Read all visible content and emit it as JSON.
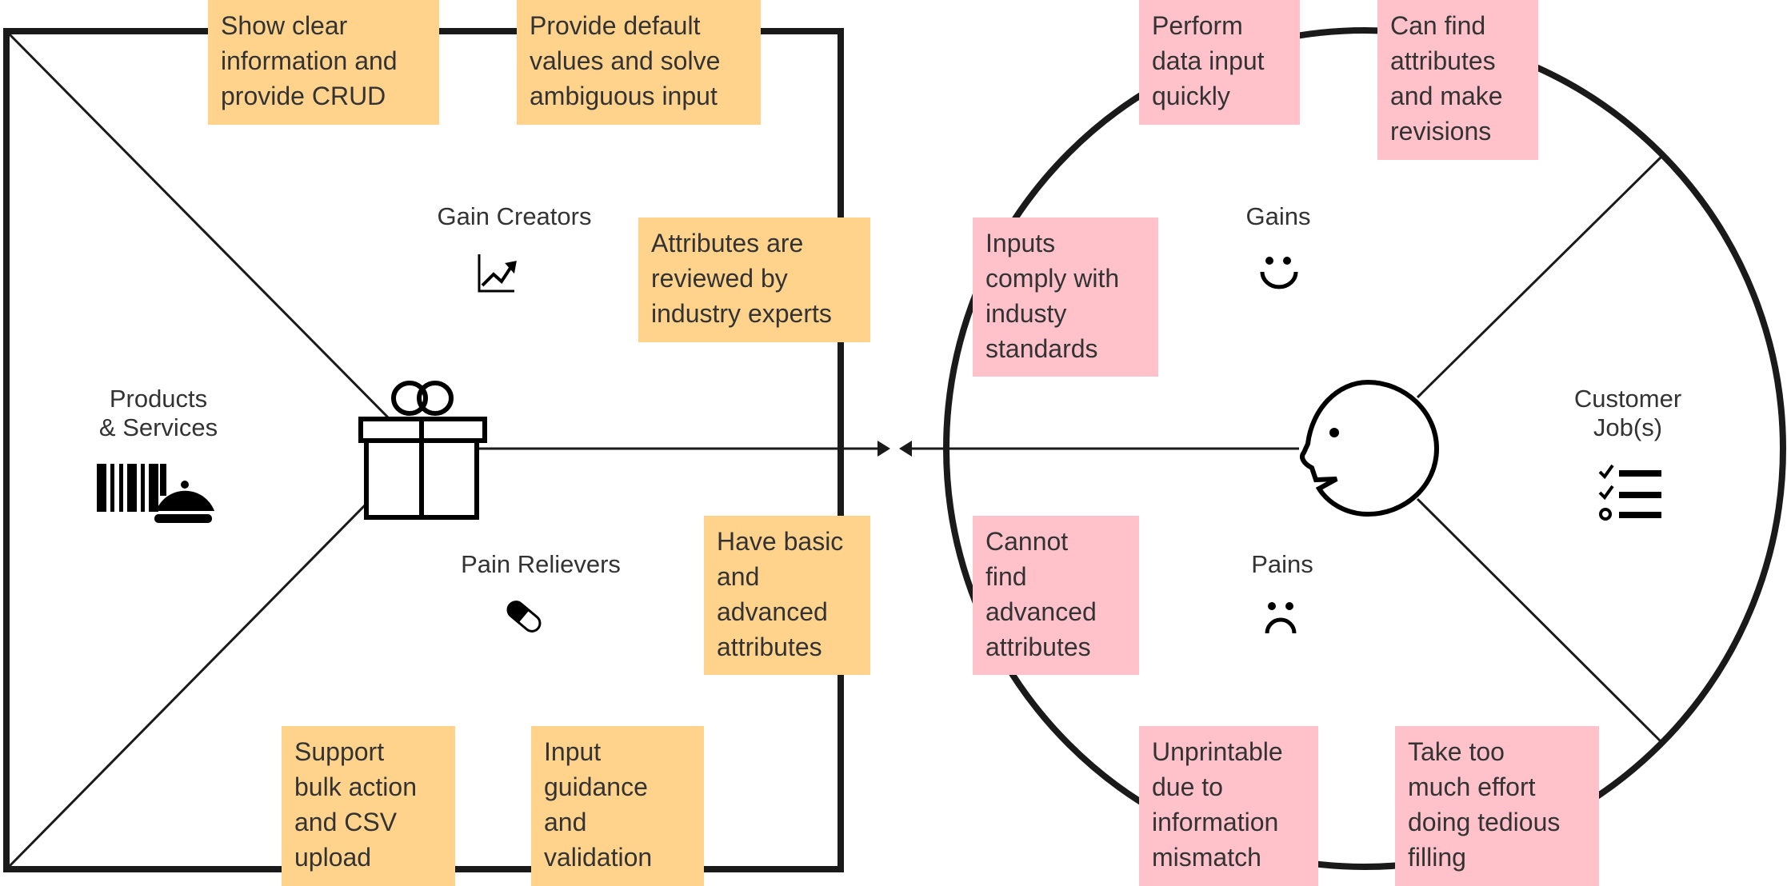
{
  "title": "Value Proposition Canvas",
  "colors": {
    "value_note": "#FFD38C",
    "customer_note": "#FFC2CB",
    "stroke": "#1a1a1a",
    "text": "#333333"
  },
  "value_map": {
    "products_services": {
      "label": "Products\n& Services",
      "icon": "barcode-service-bell-icon"
    },
    "gain_creators": {
      "label": "Gain Creators",
      "icon": "trending-chart-icon"
    },
    "pain_relievers": {
      "label": "Pain Relievers",
      "icon": "pill-icon"
    },
    "center_icon": "gift-icon",
    "gain_creator_notes": [
      "Show clear\ninformation and\nprovide CRUD",
      "Provide default\nvalues and solve\nambiguous input",
      "Attributes are\nreviewed by\nindustry experts"
    ],
    "pain_reliever_notes": [
      "Have basic\nand\nadvanced\nattributes",
      "Support\nbulk action\nand CSV\nupload",
      "Input\nguidance\nand\nvalidation"
    ]
  },
  "customer_profile": {
    "gains": {
      "label": "Gains",
      "icon": "smile-face-icon"
    },
    "pains": {
      "label": "Pains",
      "icon": "frown-face-icon"
    },
    "customer_jobs": {
      "label": "Customer\nJob(s)",
      "icon": "checklist-icon"
    },
    "center_icon": "customer-head-icon",
    "gain_notes": [
      "Perform\ndata input\nquickly",
      "Can find\nattributes\nand make\nrevisions",
      "Inputs\ncomply with\nindusty\nstandards"
    ],
    "pain_notes": [
      "Cannot\nfind\nadvanced\nattributes",
      "Unprintable\ndue to\ninformation\nmismatch",
      "Take too\nmuch effort\ndoing tedious\nfilling"
    ]
  }
}
